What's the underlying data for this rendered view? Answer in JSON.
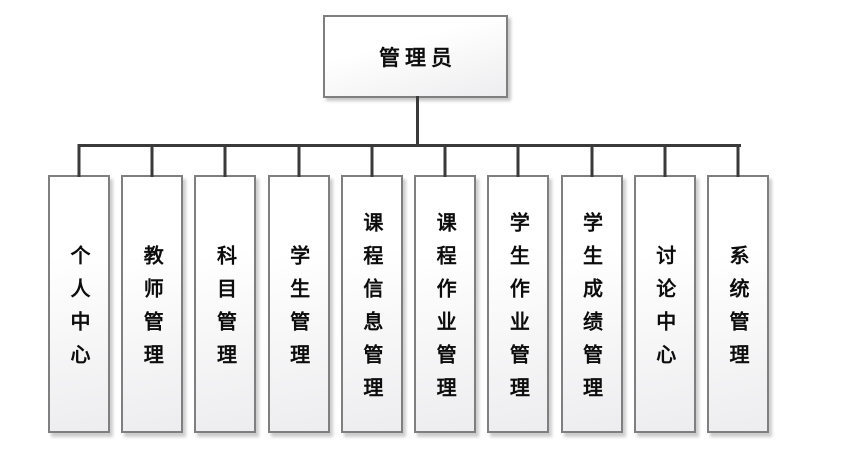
{
  "org": {
    "root": {
      "label": "管理员"
    },
    "children": [
      {
        "label": "个人中心"
      },
      {
        "label": "教师管理"
      },
      {
        "label": "科目管理"
      },
      {
        "label": "学生管理"
      },
      {
        "label": "课程信息管理"
      },
      {
        "label": "课程作业管理"
      },
      {
        "label": "学生作业管理"
      },
      {
        "label": "学生成绩管理"
      },
      {
        "label": "讨论中心"
      },
      {
        "label": "系统管理"
      }
    ]
  },
  "colors": {
    "connector": "#3a3a3a",
    "box_border": "#7f7f7f",
    "box_fill_top": "#ffffff",
    "box_fill_bottom": "#ededef",
    "text": "#0d0d0d",
    "background": "#ffffff"
  }
}
